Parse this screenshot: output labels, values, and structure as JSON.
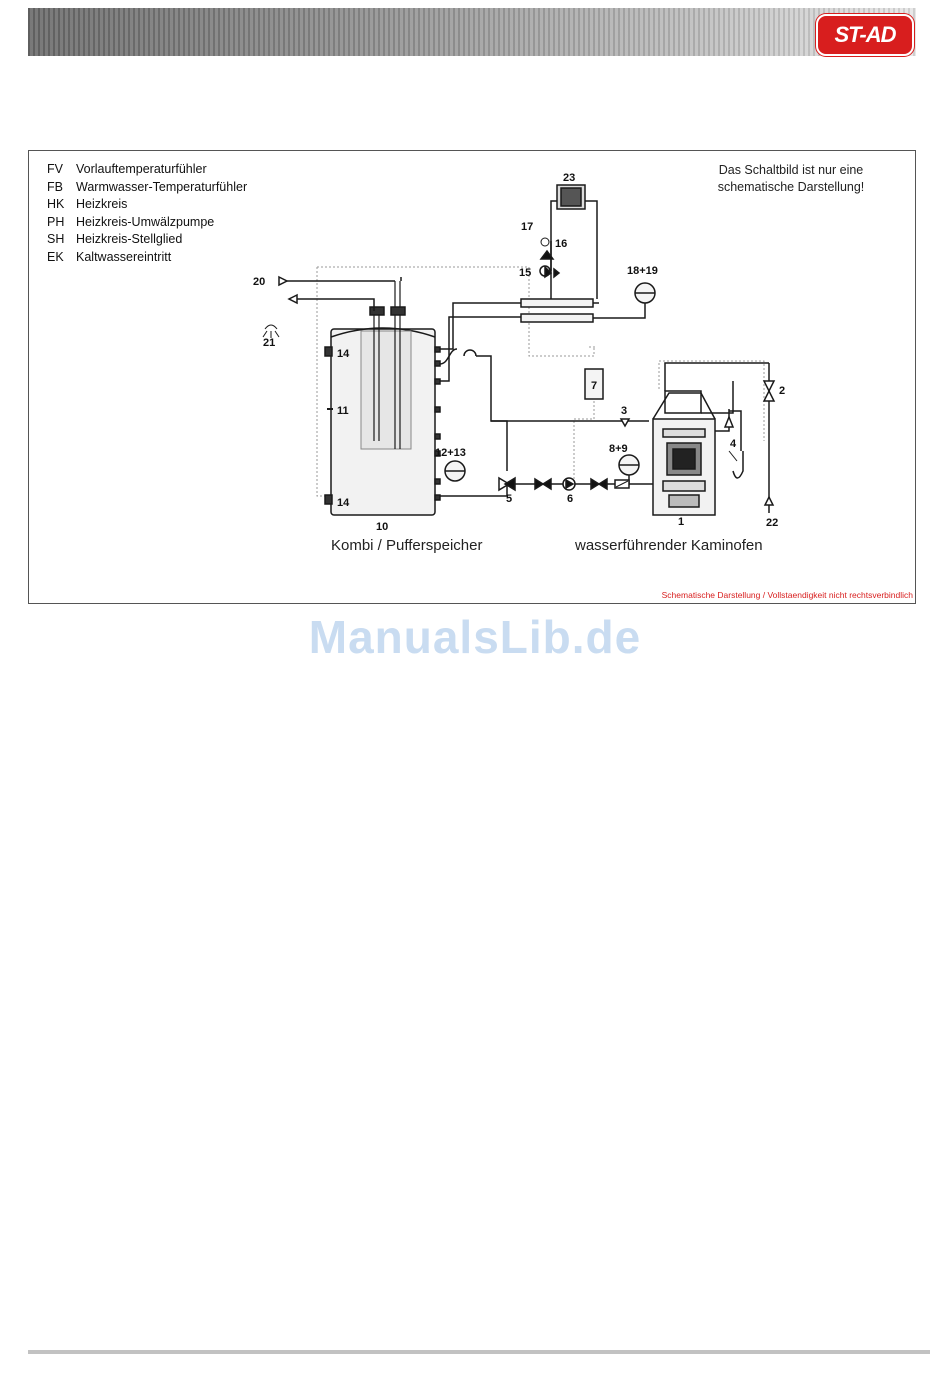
{
  "header": {
    "logo_text": "ST-AD",
    "logo_color": "#d81e1e"
  },
  "legend": [
    {
      "abbr": "FV",
      "text": "Vorlauftemperaturfühler"
    },
    {
      "abbr": "FB",
      "text": "Warmwasser-Temperaturfühler"
    },
    {
      "abbr": "HK",
      "text": "Heizkreis"
    },
    {
      "abbr": "PH",
      "text": "Heizkreis-Umwälzpumpe"
    },
    {
      "abbr": "SH",
      "text": "Heizkreis-Stellglied"
    },
    {
      "abbr": "EK",
      "text": "Kaltwassereintritt"
    }
  ],
  "note": {
    "line1": "Das Schaltbild ist nur eine",
    "line2": "schematische Darstellung!"
  },
  "captions": {
    "tank": "Kombi / Pufferspeicher",
    "stove": "wasserführender Kaminofen"
  },
  "disclaimer": "Schematische Darstellung / Vollstaendigkeit nicht rechtsverbindlich",
  "labels": {
    "n1": "1",
    "n2": "2",
    "n3": "3",
    "n4": "4",
    "n5": "5",
    "n6": "6",
    "n7": "7",
    "n8_9": "8+9",
    "n10": "10",
    "n11": "11",
    "n12_13": "12+13",
    "n14a": "14",
    "n14b": "14",
    "n15": "15",
    "n16": "16",
    "n17": "17",
    "n18_19": "18+19",
    "n20": "20",
    "n21": "21",
    "n22": "22",
    "n23": "23"
  },
  "watermark": "ManualsLib.de"
}
